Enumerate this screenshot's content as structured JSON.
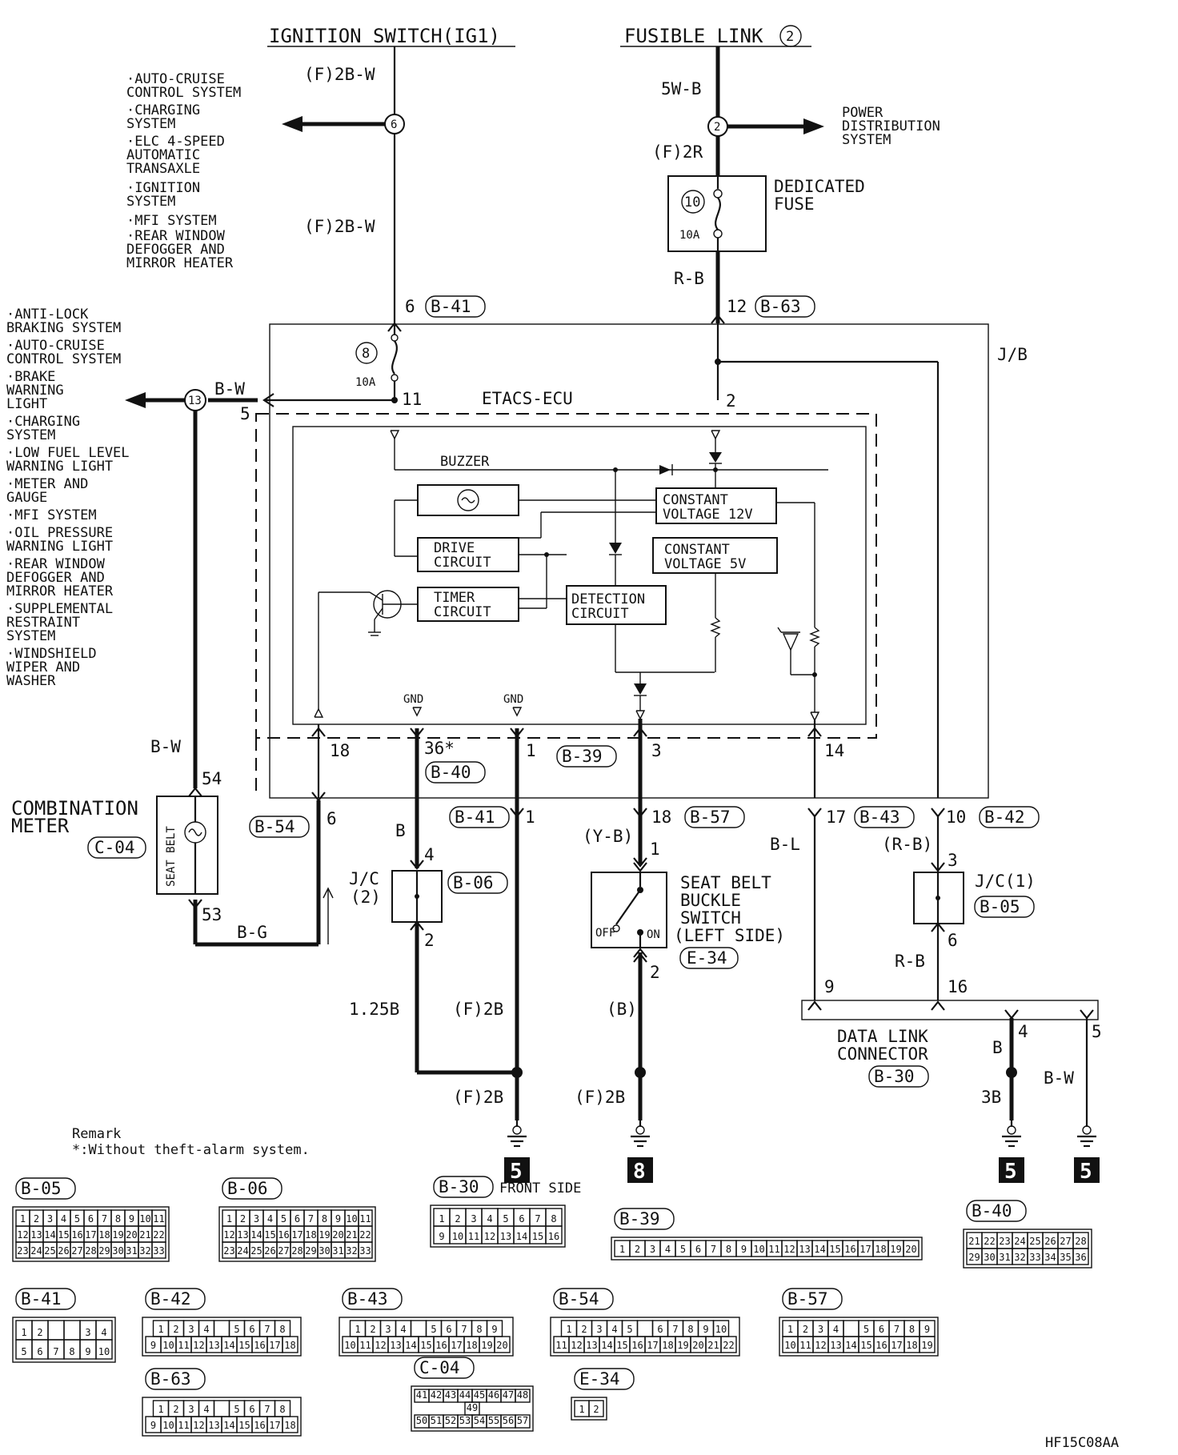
{
  "sources": {
    "ignition": "IGNITION SWITCH(IG1)",
    "fusible": "FUSIBLE LINK",
    "fusible_num": "2"
  },
  "wires": {
    "w_f2bw_a": "(F)2B-W",
    "w_f2bw_b": "(F)2B-W",
    "w_5wb": "5W-B",
    "w_f2r": "(F)2R",
    "w_rb": "R-B",
    "w_bw_left": "B-W",
    "w_bw_meter": "B-W",
    "w_bg": "B-G",
    "w_b_jc2": "B",
    "w_125b": "1.25B",
    "w_f2b_a": "(F)2B",
    "w_f2b_b": "(F)2B",
    "w_f2b_c": "(F)2B",
    "w_yb": "(Y-B)",
    "w_b_paren": "(B)",
    "w_bl": "B-L",
    "w_rb_paren": "(R-B)",
    "w_rb_2": "R-B",
    "w_b_dlc": "B",
    "w_3b": "3B",
    "w_bw_dlc": "B-W"
  },
  "splices": {
    "s6": "6",
    "s2": "2",
    "s13": "13"
  },
  "ign_targets": [
    "·AUTO-CRUISE",
    " CONTROL SYSTEM",
    "·CHARGING",
    " SYSTEM",
    "·ELC 4-SPEED",
    " AUTOMATIC",
    " TRANSAXLE",
    "·IGNITION",
    " SYSTEM",
    "·MFI SYSTEM",
    "·REAR WINDOW",
    " DEFOGGER AND",
    " MIRROR HEATER"
  ],
  "power_dist": [
    "POWER",
    "DISTRIBUTION",
    "SYSTEM"
  ],
  "left_targets": [
    "·ANTI-LOCK",
    " BRAKING SYSTEM",
    "·AUTO-CRUISE",
    " CONTROL SYSTEM",
    "·BRAKE",
    " WARNING",
    " LIGHT",
    "·CHARGING",
    " SYSTEM",
    "·LOW FUEL LEVEL",
    " WARNING LIGHT",
    "·METER AND",
    " GAUGE",
    "·MFI SYSTEM",
    "·OIL PRESSURE",
    " WARNING LIGHT",
    "·REAR WINDOW",
    " DEFOGGER AND",
    " MIRROR HEATER",
    "·SUPPLEMENTAL",
    " RESTRAINT",
    " SYSTEM",
    "·WINDSHIELD",
    " WIPER AND",
    " WASHER"
  ],
  "fuses": {
    "dedicated_l1": "DEDICATED",
    "dedicated_l2": "FUSE",
    "dedicated_num": "10",
    "dedicated_amp": "10A",
    "jb_fuse_num": "8",
    "jb_fuse_amp": "10A"
  },
  "units": {
    "jb": "J/B",
    "etacs": "ETACS-ECU",
    "buzzer": "BUZZER",
    "cv12_l1": "CONSTANT",
    "cv12_l2": "VOLTAGE 12V",
    "cv5_l1": "CONSTANT",
    "cv5_l2": "VOLTAGE 5V",
    "drive_l1": "DRIVE",
    "drive_l2": "CIRCUIT",
    "timer_l1": "TIMER",
    "timer_l2": "CIRCUIT",
    "detect_l1": "DETECTION",
    "detect_l2": "CIRCUIT",
    "gnd1": "GND",
    "gnd2": "GND",
    "meter_l1": "COMBINATION",
    "meter_l2": "METER",
    "meter_conn": "C-04",
    "seat_belt": "SEAT BELT",
    "jc2_l1": "J/C",
    "jc2_l2": "(2)",
    "jc1": "J/C(1)",
    "buckle_l1": "SEAT BELT",
    "buckle_l2": "BUCKLE",
    "buckle_l3": "SWITCH",
    "buckle_l4": "(LEFT SIDE)",
    "buckle_conn": "E-34",
    "off": "OFF",
    "on": "ON",
    "dlc_l1": "DATA LINK",
    "dlc_l2": "CONNECTOR",
    "dlc_conn": "B-30"
  },
  "pins": {
    "p6_b41": "6",
    "p12_b63": "12",
    "p11": "11",
    "p2": "2",
    "p5": "5",
    "p18": "18",
    "p36": "36*",
    "p1": "1",
    "p3": "3",
    "p14": "14",
    "p54": "54",
    "p53": "53",
    "p6_b54": "6",
    "p4": "4",
    "p2_jc2": "2",
    "p1_b41": "1",
    "p18_b57": "18",
    "p1_sw": "1",
    "p2_sw": "2",
    "p17_b43": "17",
    "p10_b42": "10",
    "p3_jc1": "3",
    "p6_jc1": "6",
    "p9_dlc": "9",
    "p16_dlc": "16",
    "p4_dlc": "4",
    "p5_dlc": "5"
  },
  "connectors": {
    "b41": "B-41",
    "b63": "B-63",
    "b40": "B-40",
    "b39": "B-39",
    "b54": "B-54",
    "b41b": "B-41",
    "b57": "B-57",
    "b43": "B-43",
    "b42": "B-42",
    "b06": "B-06",
    "b05": "B-05"
  },
  "grounds": {
    "g1": "5",
    "g2": "8",
    "g3": "5",
    "g4": "5"
  },
  "remark": {
    "l1": "Remark",
    "l2": "*:Without theft-alarm system."
  },
  "connector_views": {
    "b05": {
      "label": "B-05",
      "rows": [
        [
          "1",
          "2",
          "3",
          "4",
          "5",
          "6",
          "7",
          "8",
          "9",
          "10",
          "11"
        ],
        [
          "12",
          "13",
          "14",
          "15",
          "16",
          "17",
          "18",
          "19",
          "20",
          "21",
          "22"
        ],
        [
          "23",
          "24",
          "25",
          "26",
          "27",
          "28",
          "29",
          "30",
          "31",
          "32",
          "33"
        ]
      ]
    },
    "b06": {
      "label": "B-06",
      "rows": [
        [
          "1",
          "2",
          "3",
          "4",
          "5",
          "6",
          "7",
          "8",
          "9",
          "10",
          "11"
        ],
        [
          "12",
          "13",
          "14",
          "15",
          "16",
          "17",
          "18",
          "19",
          "20",
          "21",
          "22"
        ],
        [
          "23",
          "24",
          "25",
          "26",
          "27",
          "28",
          "29",
          "30",
          "31",
          "32",
          "33"
        ]
      ]
    },
    "b30": {
      "label": "B-30",
      "note": "FRONT SIDE",
      "rows": [
        [
          "1",
          "2",
          "3",
          "4",
          "5",
          "6",
          "7",
          "8"
        ],
        [
          "9",
          "10",
          "11",
          "12",
          "13",
          "14",
          "15",
          "16"
        ]
      ]
    },
    "b39": {
      "label": "B-39",
      "rows": [
        [
          "1",
          "2",
          "3",
          "4",
          "5",
          "6",
          "7",
          "8",
          "9",
          "10",
          "11",
          "12",
          "13",
          "14",
          "15",
          "16",
          "17",
          "18",
          "19",
          "20"
        ]
      ]
    },
    "b40": {
      "label": "B-40",
      "rows": [
        [
          "21",
          "22",
          "23",
          "24",
          "25",
          "26",
          "27",
          "28"
        ],
        [
          "29",
          "30",
          "31",
          "32",
          "33",
          "34",
          "35",
          "36"
        ]
      ]
    },
    "b41": {
      "label": "B-41",
      "rows": [
        [
          "1",
          "2",
          "",
          "",
          "3",
          "4"
        ],
        [
          "5",
          "6",
          "7",
          "8",
          "9",
          "10"
        ]
      ]
    },
    "b42": {
      "label": "B-42",
      "rows": [
        [
          "1",
          "2",
          "3",
          "4",
          "",
          "5",
          "6",
          "7",
          "8"
        ],
        [
          "9",
          "10",
          "11",
          "12",
          "13",
          "14",
          "15",
          "16",
          "17",
          "18"
        ]
      ]
    },
    "b43": {
      "label": "B-43",
      "rows": [
        [
          "1",
          "2",
          "3",
          "4",
          "",
          "5",
          "6",
          "7",
          "8",
          "9"
        ],
        [
          "10",
          "11",
          "12",
          "13",
          "14",
          "15",
          "16",
          "17",
          "18",
          "19",
          "20"
        ]
      ]
    },
    "b54": {
      "label": "B-54",
      "rows": [
        [
          "1",
          "2",
          "3",
          "4",
          "5",
          "",
          "6",
          "7",
          "8",
          "9",
          "10"
        ],
        [
          "11",
          "12",
          "13",
          "14",
          "15",
          "16",
          "17",
          "18",
          "19",
          "20",
          "21",
          "22"
        ]
      ]
    },
    "b57": {
      "label": "B-57",
      "rows": [
        [
          "1",
          "2",
          "3",
          "4",
          "",
          "5",
          "6",
          "7",
          "8",
          "9"
        ],
        [
          "10",
          "11",
          "12",
          "13",
          "14",
          "15",
          "16",
          "17",
          "18",
          "19"
        ]
      ]
    },
    "b63": {
      "label": "B-63",
      "rows": [
        [
          "1",
          "2",
          "3",
          "4",
          "",
          "5",
          "6",
          "7",
          "8"
        ],
        [
          "9",
          "10",
          "11",
          "12",
          "13",
          "14",
          "15",
          "16",
          "17",
          "18"
        ]
      ]
    },
    "c04": {
      "label": "C-04",
      "rows": [
        [
          "41",
          "42",
          "43",
          "44",
          "45",
          "46",
          "47",
          "48"
        ],
        [
          "49"
        ],
        [
          "50",
          "51",
          "52",
          "53",
          "54",
          "55",
          "56",
          "57"
        ]
      ]
    },
    "e34": {
      "label": "E-34",
      "rows": [
        [
          "1",
          "2"
        ]
      ]
    }
  },
  "code": "HF15C08AA"
}
